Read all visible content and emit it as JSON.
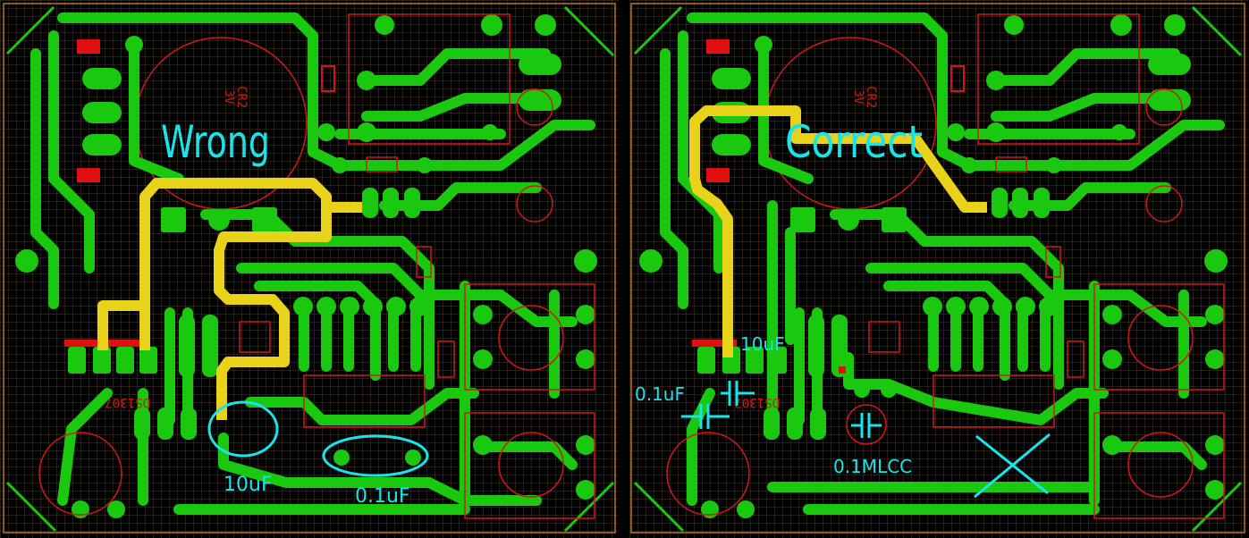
{
  "colors": {
    "background": "#000000",
    "grid": "#5a4a2a",
    "copper": "#19c80f",
    "highlight": "#e8d21a",
    "silk": "#d01818",
    "annotation": "#19e4ea",
    "board_edge": "#8a5a1a",
    "pad_red": "#e01010"
  },
  "left_board": {
    "verdict": "Wrong",
    "cap_10uf": "10uF",
    "cap_01uf": "0.1uF",
    "battery_text": "CR2",
    "battery_text2": "3V",
    "ic_text": "DS1307"
  },
  "right_board": {
    "verdict": "Correct",
    "cap_10uf": "10uF",
    "cap_01uf": "0.1uF",
    "mlcc": "0.1MLCC",
    "battery_text": "CR2",
    "battery_text2": "3V",
    "ic_text": "DS1307"
  }
}
